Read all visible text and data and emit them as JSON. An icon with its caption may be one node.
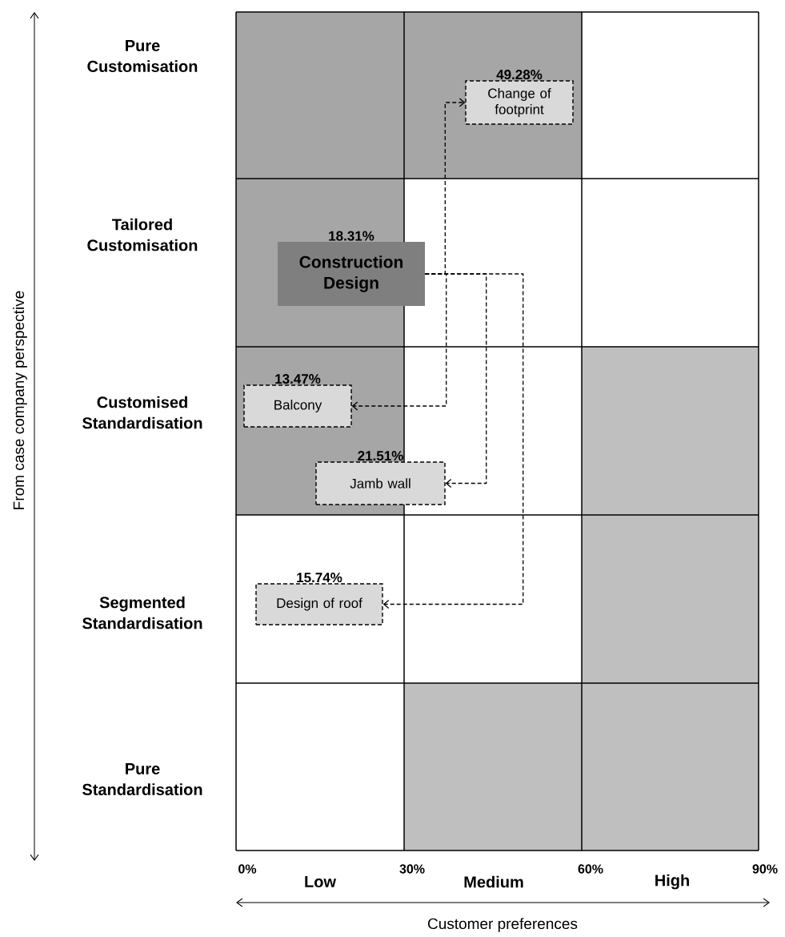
{
  "diagram": {
    "nodes": [
      {
        "text": [
          "Construction Design"
        ],
        "beside": [
          "18.31%"
        ]
      },
      {
        "text": [
          "Change of footprint"
        ],
        "beside": [
          "49.28%"
        ]
      },
      {
        "text": [
          "Balcony"
        ],
        "beside": [
          "13.47%"
        ]
      },
      {
        "text": [
          "Jamb wall"
        ],
        "beside": [
          "21.51%"
        ]
      },
      {
        "text": [
          "Design of roof"
        ],
        "beside": [
          "15.74%"
        ]
      }
    ],
    "edges": [
      {
        "from": 0,
        "to": 1,
        "arrow": "to",
        "style": "dashed"
      },
      {
        "from": 0,
        "to": 2,
        "arrow": "to",
        "style": "dashed"
      },
      {
        "from": 0,
        "to": 3,
        "arrow": "to",
        "style": "dashed"
      },
      {
        "from": 0,
        "to": 4,
        "arrow": "to",
        "style": "dashed"
      }
    ],
    "labels": [
      "From case company perspective",
      "Pure Customisation",
      "Tailored Customisation",
      "Customised Standardisation",
      "Segmented Standardisation",
      "Pure Standardisation",
      "0%",
      "30%",
      "60%",
      "90%",
      "Low",
      "Medium",
      "High",
      "Customer preferences"
    ]
  }
}
